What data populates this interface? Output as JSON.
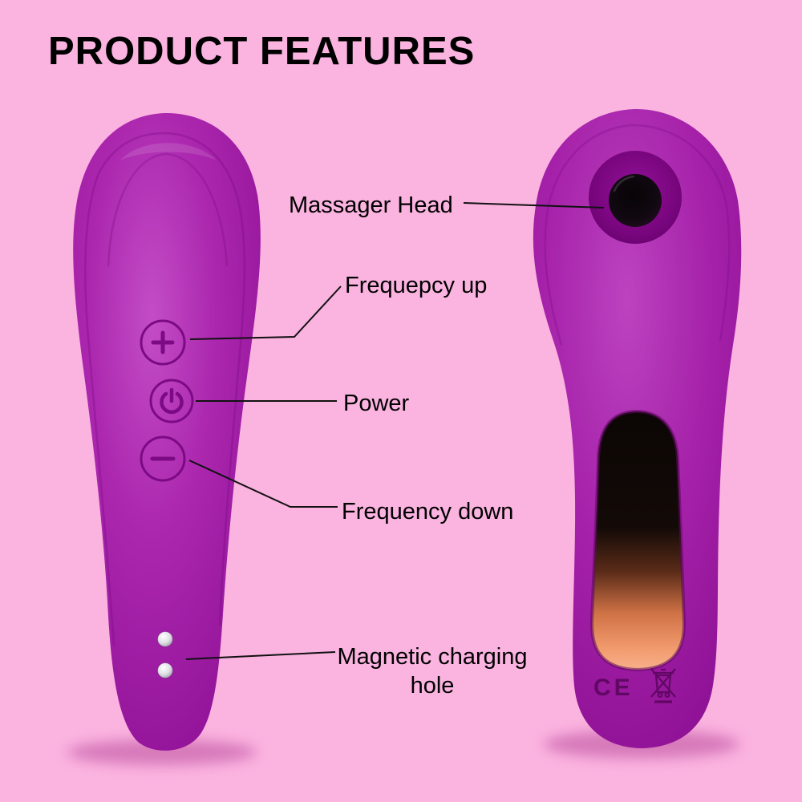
{
  "page": {
    "title": "PRODUCT FEATURES"
  },
  "callouts": {
    "massager_head": "Massager Head",
    "frequency_up": "Frequepcy up",
    "power": "Power",
    "frequency_down": "Frequency down",
    "magnetic_charging": {
      "line1": "Magnetic charging",
      "line2": "hole"
    }
  },
  "device": {
    "left_view": {
      "buttons": {
        "plus": "+",
        "power": "power-symbol",
        "minus": "−"
      },
      "charging_dots": 2
    },
    "right_view": {
      "features": [
        "massager-head-opening",
        "suction-channel-cutout"
      ],
      "certification": {
        "ce": "CE",
        "weee": "crossed-out-wheeled-bin-icon"
      }
    }
  },
  "icons": [
    "plus-icon",
    "power-icon",
    "minus-icon",
    "crossed-out-wheeled-bin-icon"
  ],
  "colors": {
    "background": "#FBB3E0",
    "device_purple": "#A823AC",
    "device_purple_dark": "#7C0A84",
    "device_purple_light": "#C754C9",
    "cutout_orange": "#F29B6E",
    "cutout_black": "#0B0604",
    "shadow_pink": "#D06FB4",
    "callout_line": "#111111",
    "text": "#000000"
  }
}
